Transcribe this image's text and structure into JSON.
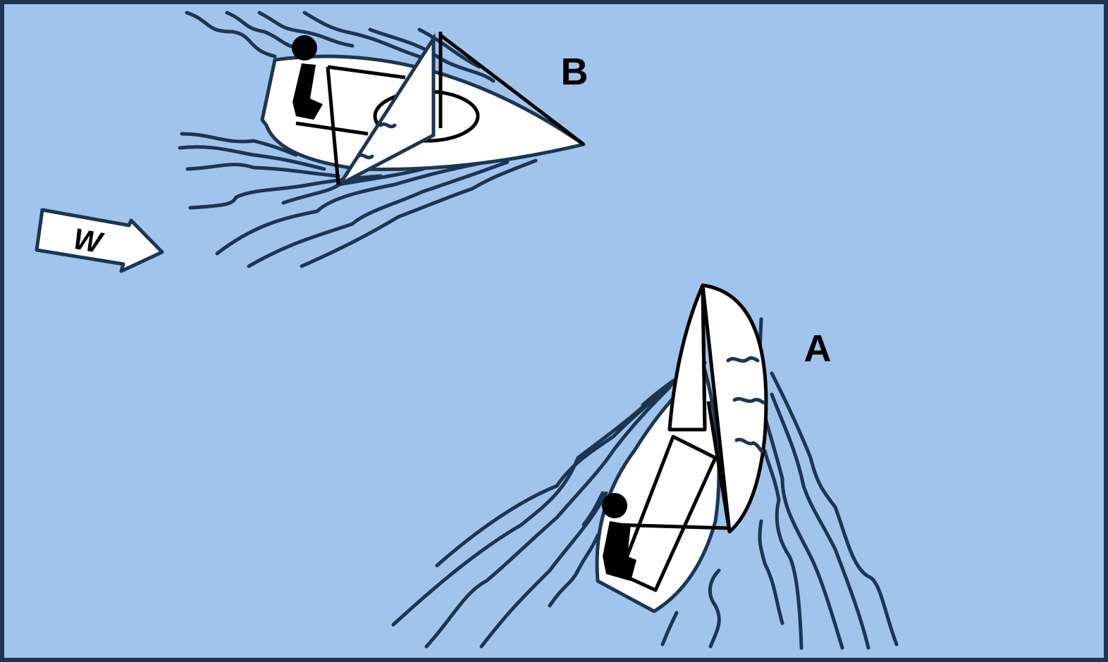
{
  "diagram": {
    "boat_b_label": "B",
    "boat_a_label": "A",
    "wind_label": "W",
    "colors": {
      "water": "#a0c4ec",
      "border": "#1c3553",
      "wake": "#1c3553",
      "hull": "#ffffff"
    }
  }
}
